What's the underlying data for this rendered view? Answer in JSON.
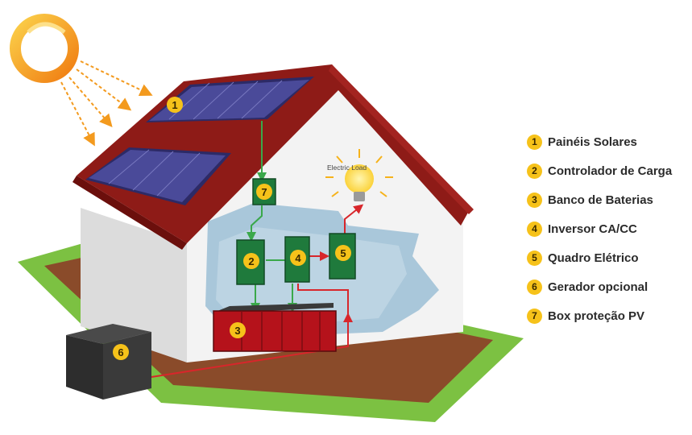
{
  "colors": {
    "badge": "#f6c21a",
    "roof": "#8e1b17",
    "panel": "#3f3f8c",
    "wall": "#f1f1f1",
    "interior": "#a9c7da",
    "ground_grass": "#7cc142",
    "ground_soil": "#8a4b2a",
    "flow_green": "#3aa84a",
    "flow_red": "#d8262b",
    "component_green": "#1f7a3c",
    "battery": "#b5121b",
    "generator": "#2d2d2d",
    "sun": "#f39a1e"
  },
  "diagram": {
    "electric_load_label": "Electric Load",
    "markers": {
      "panels": "1",
      "controller": "2",
      "batteries": "3",
      "inverter": "4",
      "switchboard": "5",
      "generator": "6",
      "pv_box": "7"
    }
  },
  "legend": [
    {
      "num": "1",
      "label": "Painéis Solares"
    },
    {
      "num": "2",
      "label": "Controlador de Carga"
    },
    {
      "num": "3",
      "label": "Banco de Baterias"
    },
    {
      "num": "4",
      "label": "Inversor CA/CC"
    },
    {
      "num": "5",
      "label": "Quadro Elétrico"
    },
    {
      "num": "6",
      "label": "Gerador opcional"
    },
    {
      "num": "7",
      "label": "Box proteção PV"
    }
  ]
}
